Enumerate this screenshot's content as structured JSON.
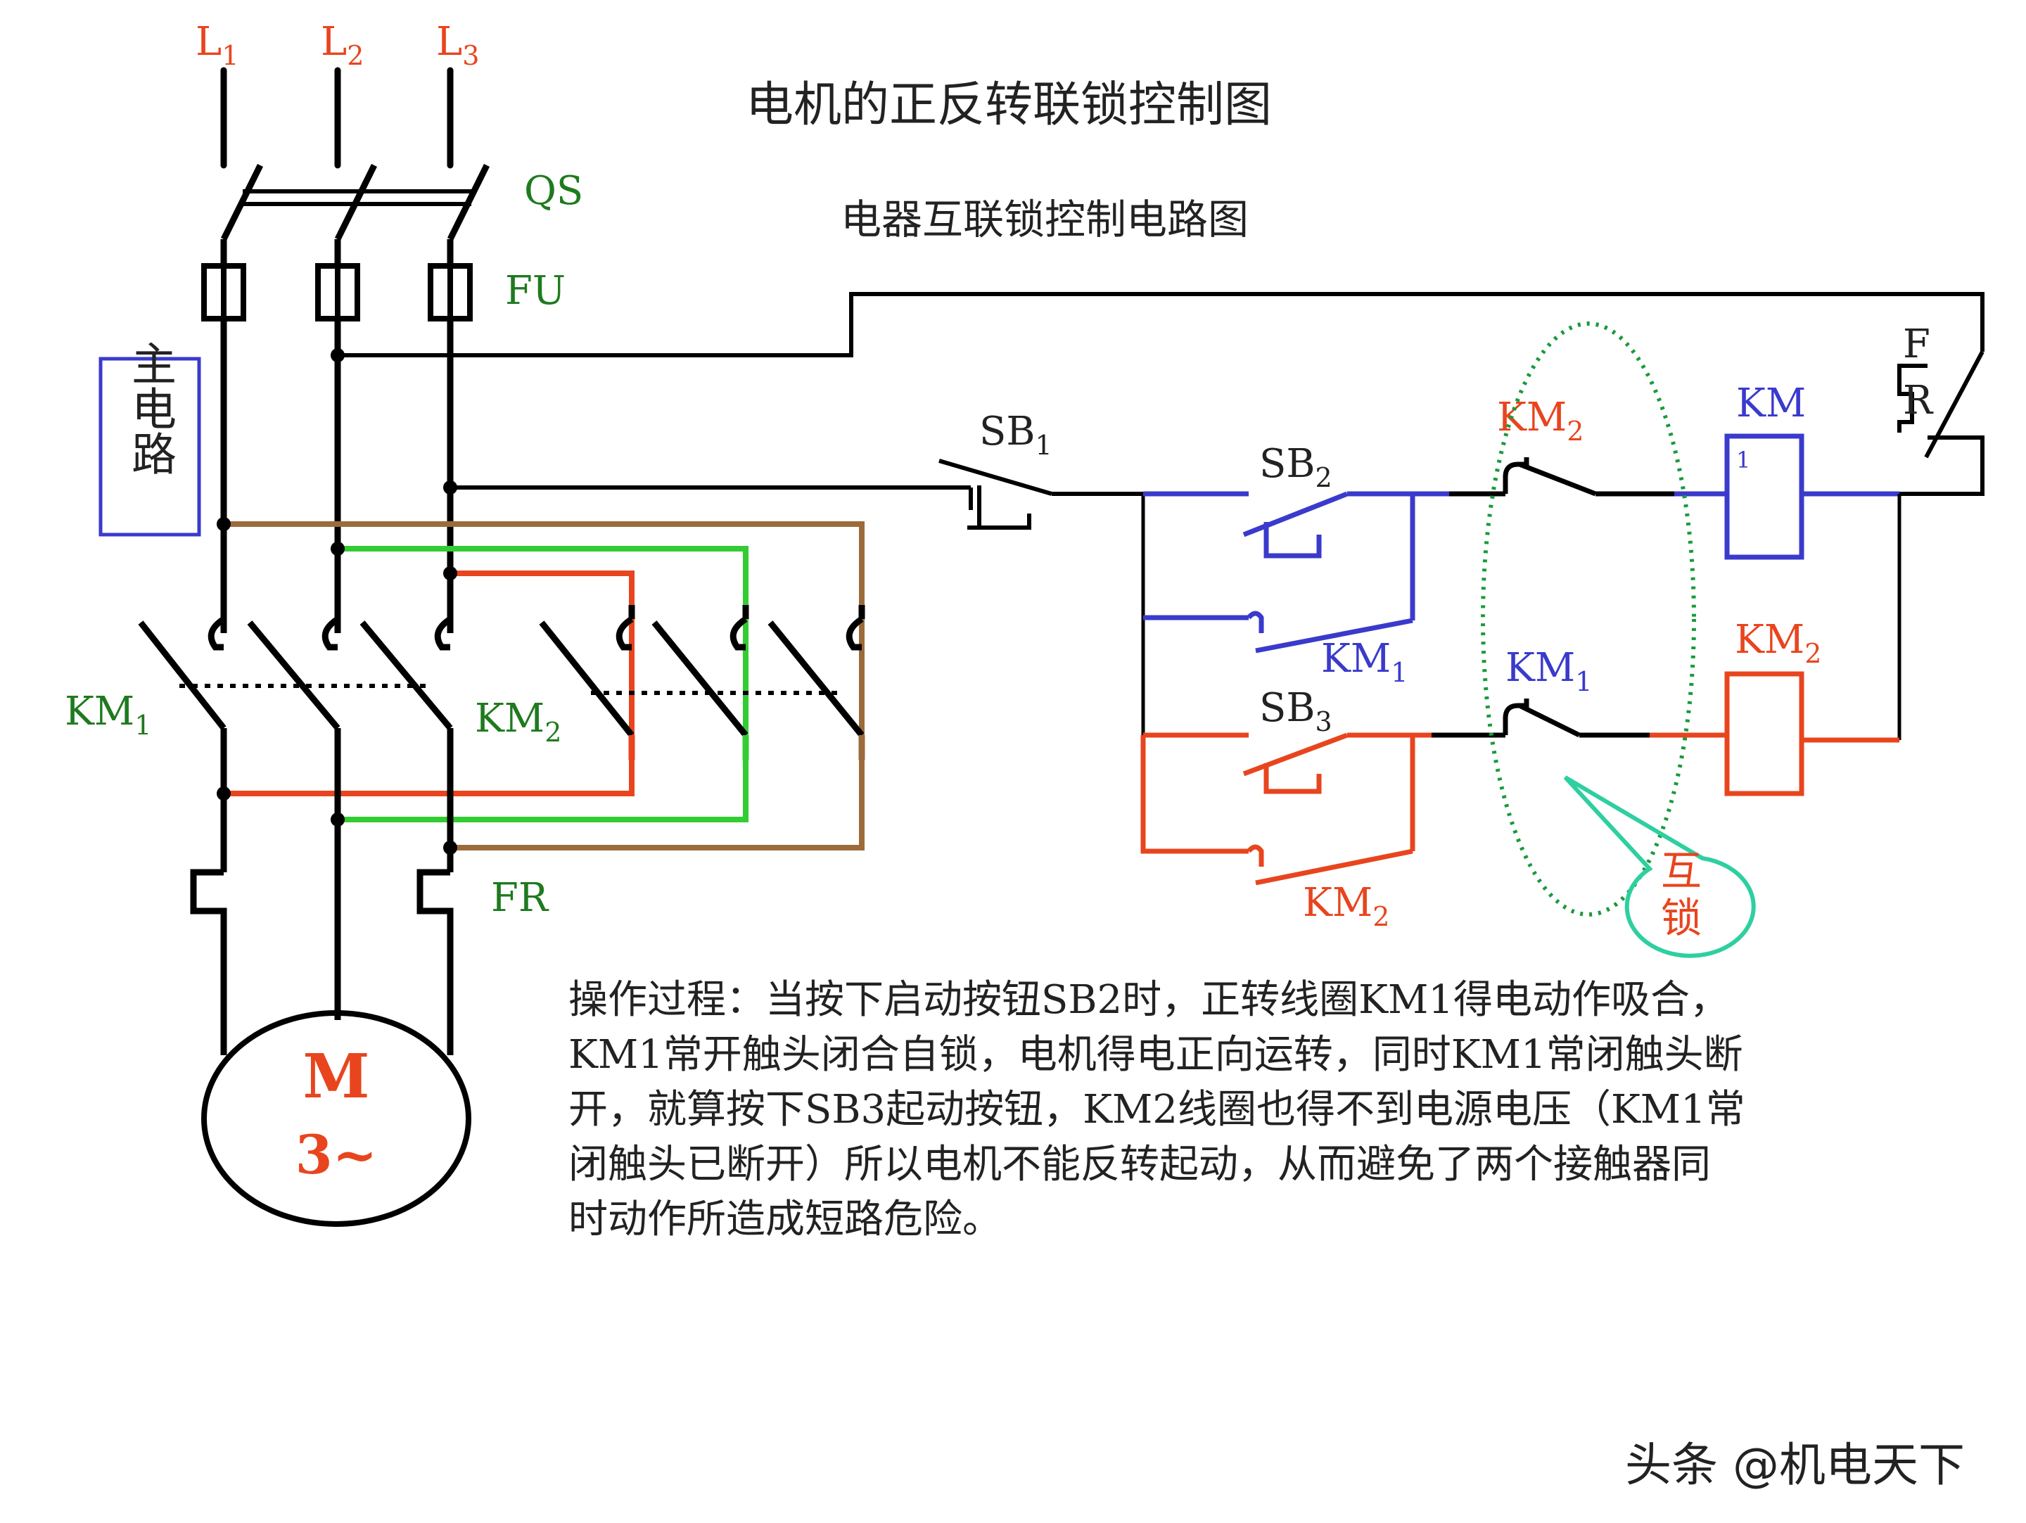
{
  "title": "电机的正反转联锁控制图",
  "subtitle": "电器互联锁控制电路图",
  "main_circuit_label": "主电路",
  "phase_labels": [
    {
      "main": "L",
      "sub": "1"
    },
    {
      "main": "L",
      "sub": "2"
    },
    {
      "main": "L",
      "sub": "3"
    }
  ],
  "labels": {
    "qs": "QS",
    "fu": "FU",
    "fr_main": "FR",
    "fr_control_top": "F",
    "fr_control_bottom": "R",
    "km1_main": {
      "main": "KM",
      "sub": "1"
    },
    "km2_main": {
      "main": "KM",
      "sub": "2"
    },
    "sb1": {
      "main": "SB",
      "sub": "1"
    },
    "sb2": {
      "main": "SB",
      "sub": "2"
    },
    "sb3": {
      "main": "SB",
      "sub": "3"
    },
    "km2_interlock": {
      "main": "KM",
      "sub": "2"
    },
    "km1_interlock": {
      "main": "KM",
      "sub": "1"
    },
    "km1_aux": {
      "main": "KM",
      "sub": "1"
    },
    "km2_aux": {
      "main": "KM",
      "sub": "2"
    },
    "km_coil1": "KM",
    "km_coil1_index": "1",
    "km2_coil": {
      "main": "KM",
      "sub": "2"
    },
    "interlock_top": "互",
    "interlock_bottom": "锁",
    "motor_m": "M",
    "motor_phase": "3~"
  },
  "description": [
    "操作过程：当按下启动按钮SB2时，正转线圈KM1得电动作吸合，",
    "KM1常开触头闭合自锁，电机得电正向运转，同时KM1常闭触头断",
    "开，就算按下SB3起动按钮，KM2线圈也得不到电源电压（KM1常",
    "闭触头已断开）所以电机不能反转起动，从而避免了两个接触器同",
    "时动作所造成短路危险。"
  ],
  "watermark": "头条 @机电天下",
  "colors": {
    "wire": "#000000",
    "label_orange": "#e8451e",
    "label_green": "#1f7a1f",
    "forward": "#3a3acc",
    "reverse": "#e8451e",
    "wire_brown": "#9c6b3c",
    "wire_green": "#33cc33",
    "wire_red": "#e8451e",
    "interlock_ring": "#1a9a3a",
    "callout": "#2ecfa0",
    "main_box": "#3a3acc"
  }
}
